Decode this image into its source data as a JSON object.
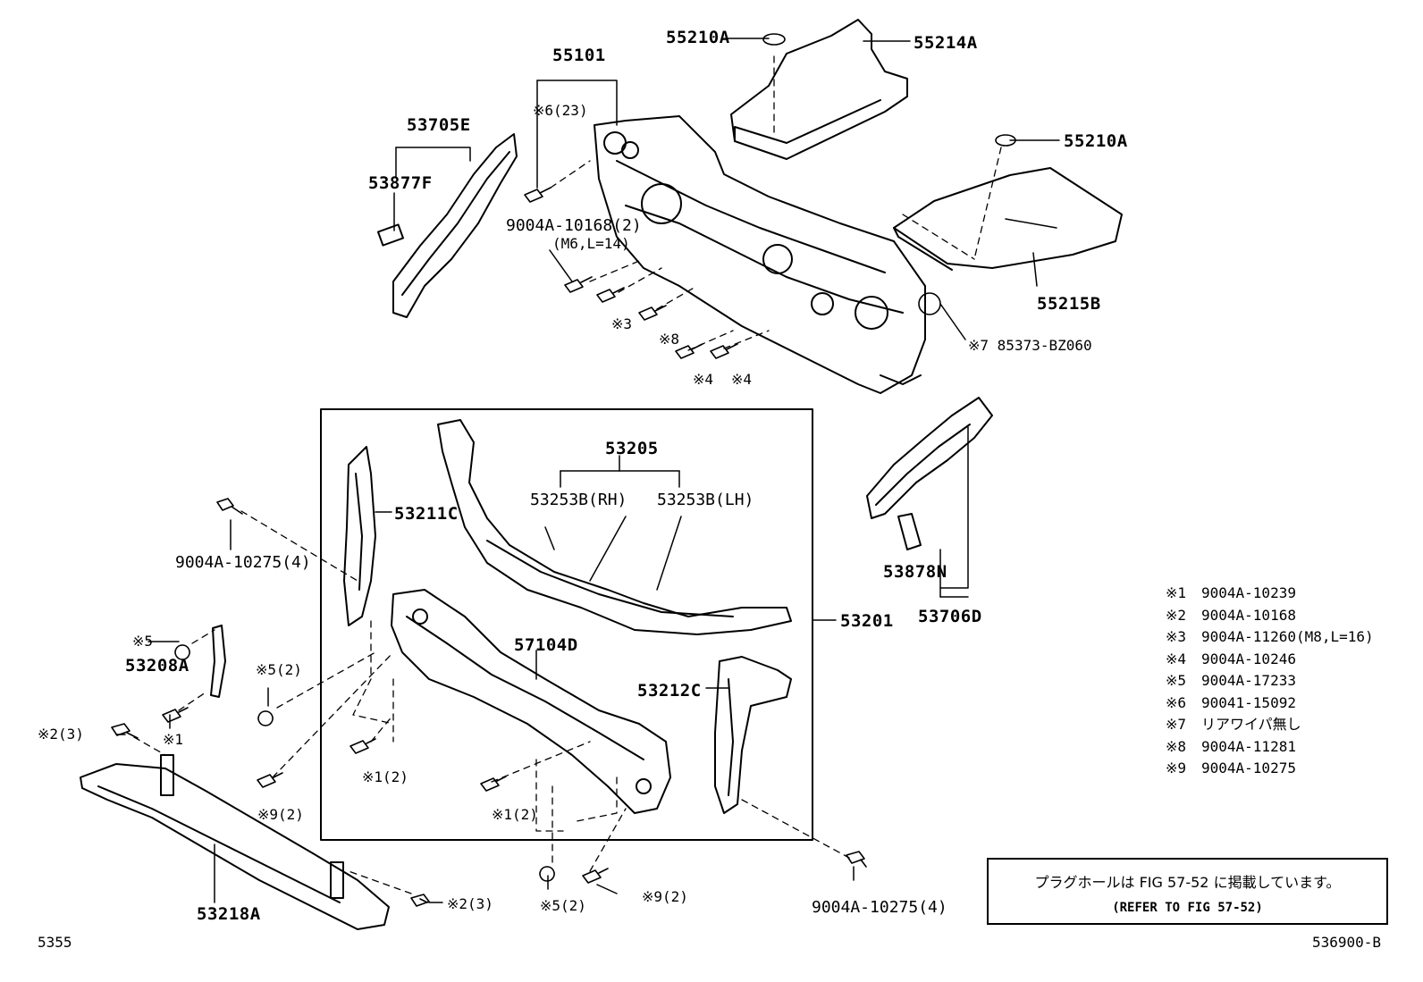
{
  "diagram": {
    "labels": {
      "p55101": "55101",
      "p55210A_top": "55210A",
      "p55214A": "55214A",
      "p55210A_right": "55210A",
      "p55215B": "55215B",
      "p53705E": "53705E",
      "p53877F": "53877F",
      "b6_23": "※6(23)",
      "b9004A_10168": "9004A-10168(2)",
      "b_m6": "(M6,L=14)",
      "b3": "※3",
      "b8": "※8",
      "b4a": "※4",
      "b4b": "※4",
      "b7": "※7 85373-BZ060",
      "p53205": "53205",
      "p53253B_rh": "53253B(RH)",
      "p53253B_lh": "53253B(LH)",
      "p53211C": "53211C",
      "b9004A_10275_l": "9004A-10275(4)",
      "p53201": "53201",
      "p57104D": "57104D",
      "p53212C": "53212C",
      "p53878N": "53878N",
      "p53706D": "53706D",
      "b5_single": "※5",
      "p53208A": "53208A",
      "b5_2a": "※5(2)",
      "b1_single": "※1",
      "b2_3a": "※2(3)",
      "b1_2a": "※1(2)",
      "b9_2a": "※9(2)",
      "b1_2b": "※1(2)",
      "b5_2b": "※5(2)",
      "b9_2b": "※9(2)",
      "b9004A_10275_r": "9004A-10275(4)",
      "b2_3b": "※2(3)",
      "p53218A": "53218A",
      "code_left": "5355",
      "code_right": "536900-B"
    },
    "legend": [
      {
        "key": "※1",
        "value": "9004A-10239"
      },
      {
        "key": "※2",
        "value": "9004A-10168"
      },
      {
        "key": "※3",
        "value": "9004A-11260(M8,L=16)"
      },
      {
        "key": "※4",
        "value": "9004A-10246"
      },
      {
        "key": "※5",
        "value": "9004A-17233"
      },
      {
        "key": "※6",
        "value": "90041-15092"
      },
      {
        "key": "※7",
        "value": "リアワイパ無し"
      },
      {
        "key": "※8",
        "value": "9004A-11281"
      },
      {
        "key": "※9",
        "value": "9004A-10275"
      }
    ],
    "note": {
      "line1": "プラグホールは FIG 57-52 に掲載しています。",
      "line2": "(REFER TO FIG 57-52)"
    }
  }
}
